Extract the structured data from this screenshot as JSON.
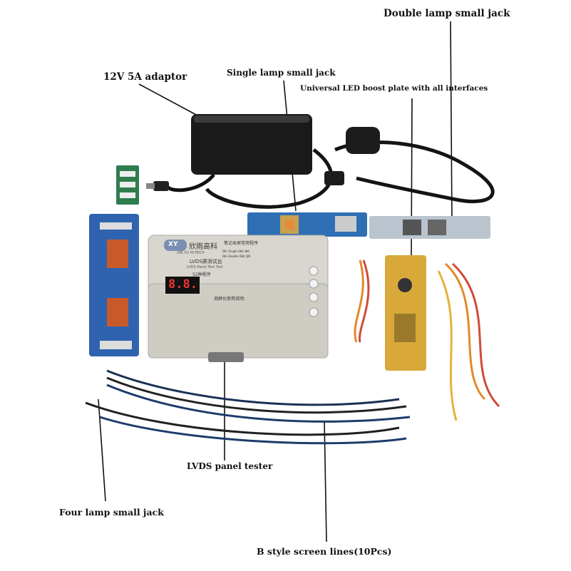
{
  "labels": {
    "double_lamp": "Double lamp small jack",
    "adaptor": "12V 5A adaptor",
    "single_lamp": "Single lamp small jack",
    "led_boost": "Universal LED boost plate with all interfaces",
    "lvds_tester": "LVDS panel tester",
    "four_lamp": "Four lamp small jack",
    "screen_lines": "B style screen lines(10Pcs)"
  },
  "device": {
    "logo": "XY",
    "brand": "欣雨高科",
    "subtitle_en": "XIN YU HI-TECH",
    "title_cn": "LVDS屏测试台",
    "title_en": "LVDS Panel Test Tool",
    "program": "52种程序",
    "mode_header": "笔记本屏常用程序",
    "mode_line1": "D6--Single 6bit 单6",
    "mode_line2": "D8--Double 6bit 双6",
    "display": "8.8.",
    "notice": "测屏仪使用说明:"
  }
}
